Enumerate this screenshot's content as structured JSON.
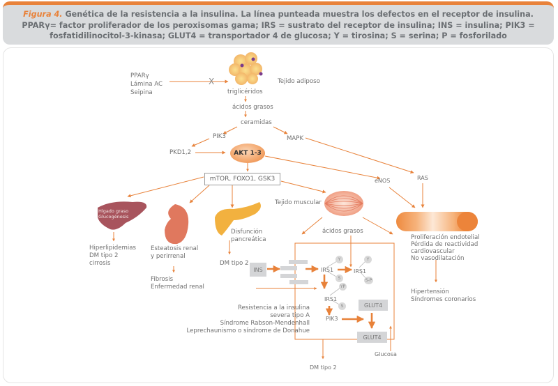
{
  "caption": {
    "figure_label": "Figura 4.",
    "text": "Genética de la resistencia a la insulina. La línea punteada muestra los defectos en el receptor de insulina. PPARγ= factor proliferador de los peroxisomas gama; IRS = sustrato del receptor de insulina; INS = insulina; PIK3 = fosfatidilinocitol-3-kinasa; GLUT4 = transportador 4 de glucosa; Y = tirosina; S = serina; P = fosforilado"
  },
  "colors": {
    "accent": "#e8823a",
    "caption_bg": "#d9dbdd",
    "text": "#6f6f6f",
    "box_gray": "#d4d5d7"
  },
  "diagram": {
    "inputs": [
      "PPARγ",
      "Lámina AC",
      "Seipina"
    ],
    "block_mark": "X",
    "adipose_label": "Tejido adiposo",
    "trigliceridos": "triglicéridos",
    "acidos_grasos_top": "ácidos grasos",
    "ceramidas": "ceramidas",
    "pik3_top": "PIK3",
    "mapk": "MAPK",
    "pkd": "PKD1,2",
    "akt": "AKT 1-3",
    "mtor_box": "mTOR, FOXO1, GSK3",
    "enos": "eNOS",
    "ras": "RAS",
    "liver_inner": [
      "Hígado graso",
      "Glucogénesis"
    ],
    "liver_outcomes": [
      "Hiperlipidemias",
      "DM tipo 2",
      "cirrosis"
    ],
    "kidney_outcome": [
      "Esteatosis renal",
      "y perirrenal"
    ],
    "kidney_final": [
      "Fibrosis",
      "Enfermedad renal"
    ],
    "pancreas_label": [
      "Disfunción",
      "pancreática"
    ],
    "pancreas_outcome": "DM tipo 2",
    "muscle_label": "Tejido muscular",
    "acidos_grasos_muscle": "ácidos grasos",
    "vascular_outcomes": [
      "Proliferación endotelial",
      "Pérdida de reactividad",
      "cardiovascular",
      "No vasodilatación"
    ],
    "vascular_final": [
      "Hipertensión",
      "Síndromes coronarios"
    ],
    "cell": {
      "ins": "INS",
      "irs1": "IRS1",
      "y": "Y",
      "s": "S",
      "sp": "S-P",
      "yp": "YP",
      "pik3": "PIK3",
      "glut4": "GLUT4",
      "glucosa": "Glucosa",
      "dm2": "DM tipo 2"
    },
    "receptor_defects": [
      "Resistencia a la insulina",
      "severa tipo A",
      "Síndrome Rabson-Mendenhall",
      "Leprechaunismo o síndrome de Donahue"
    ]
  }
}
